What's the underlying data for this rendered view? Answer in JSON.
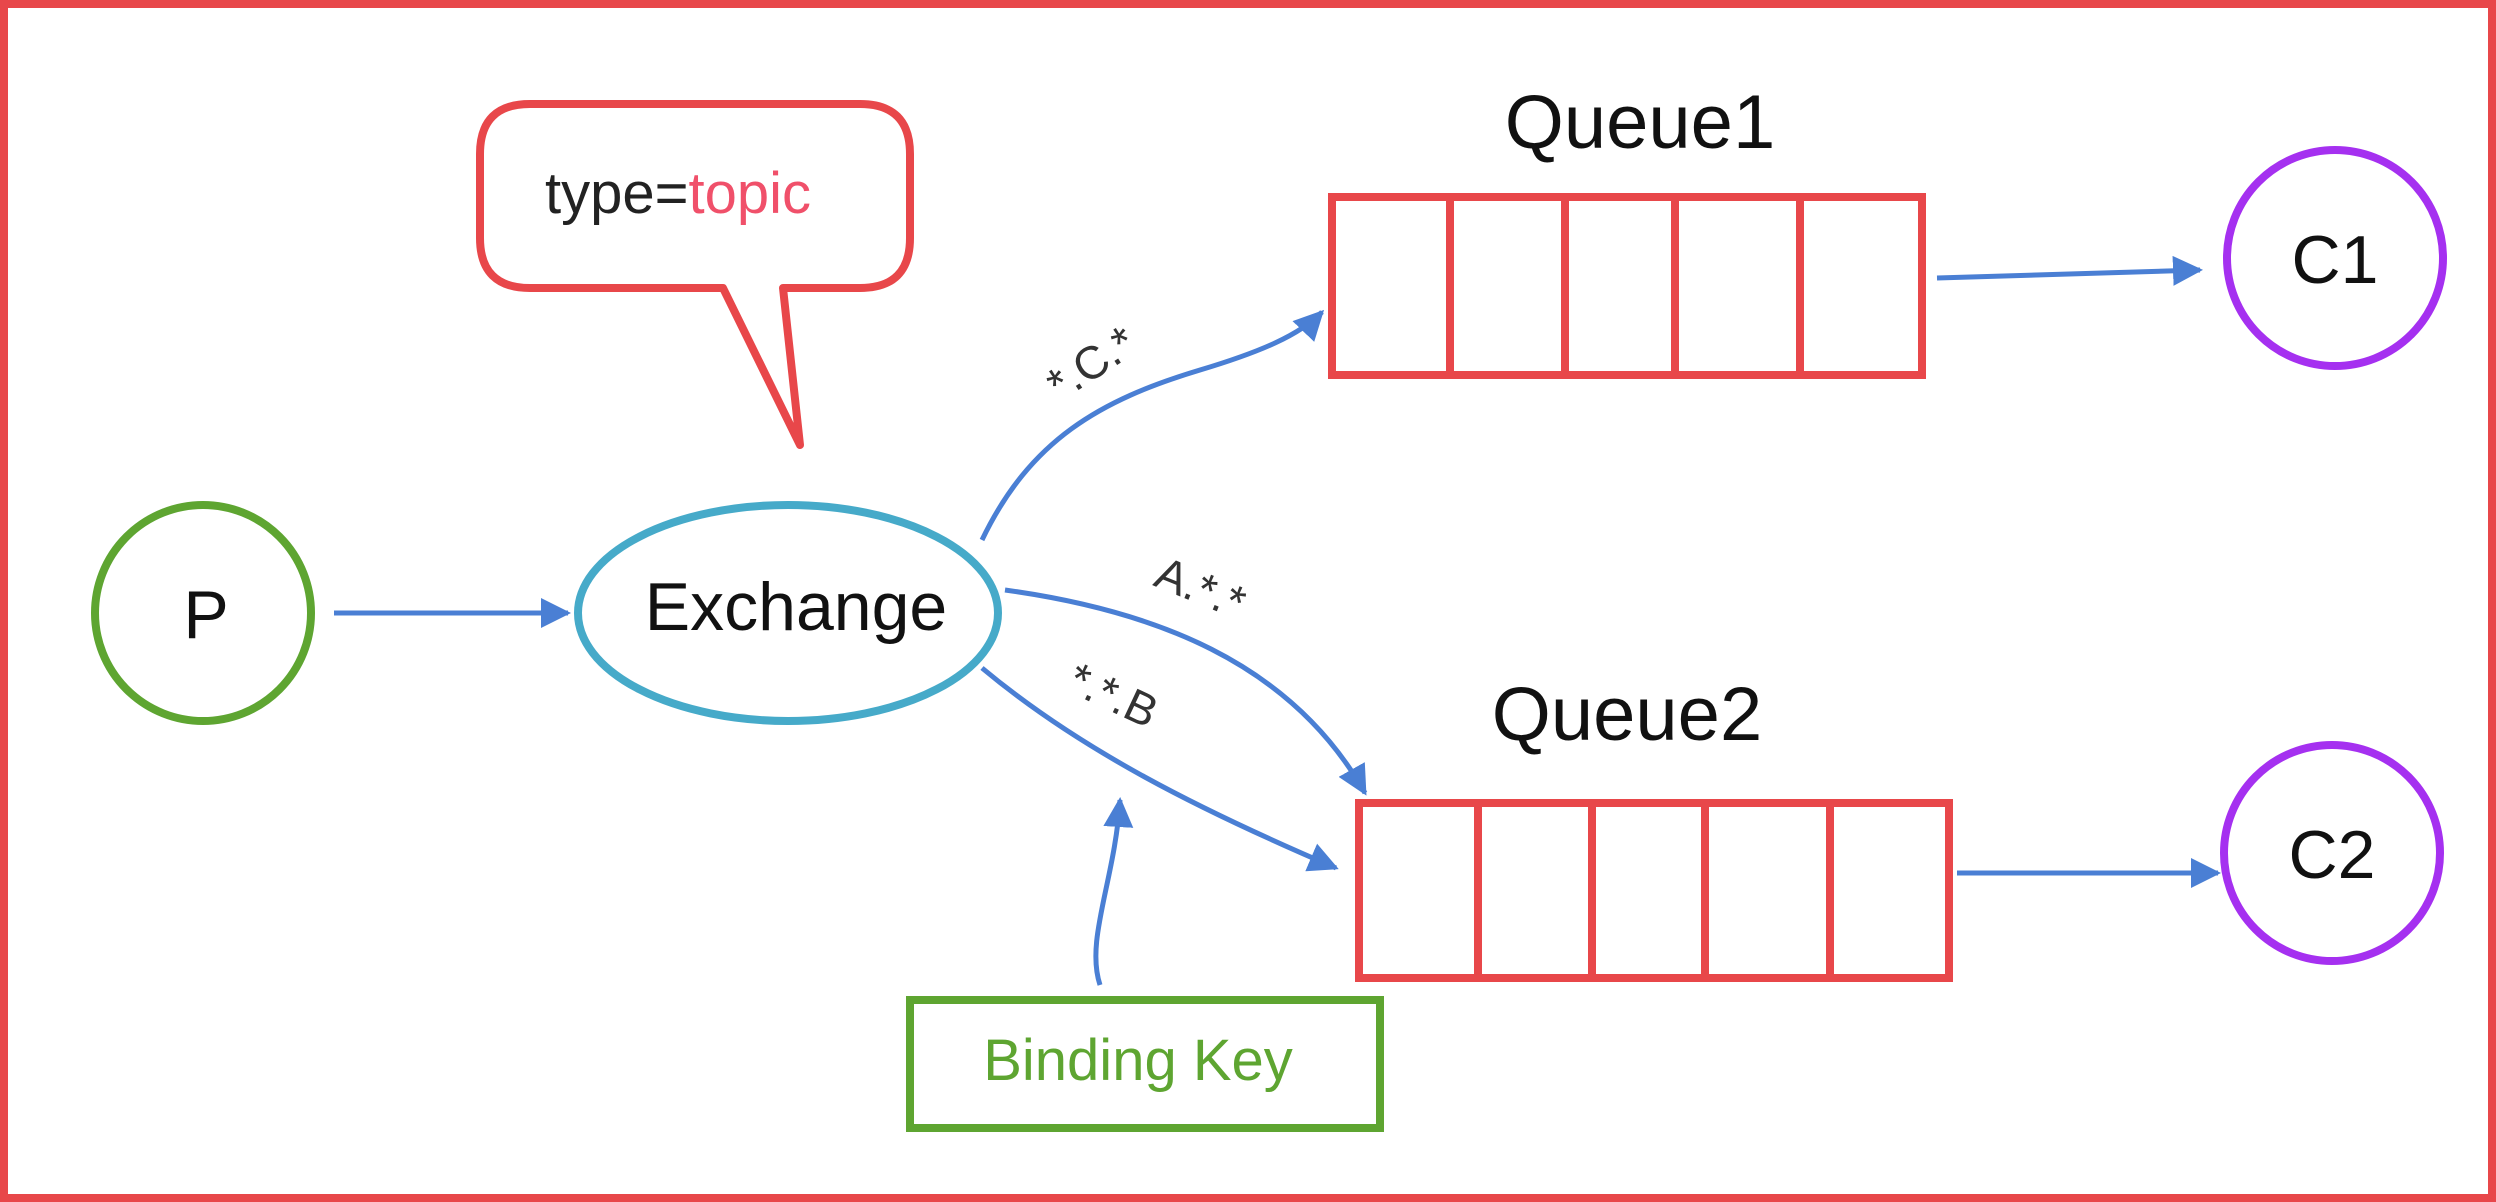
{
  "colors": {
    "frame": "#e8474a",
    "queue": "#e8474a",
    "producer": "#5ea531",
    "exchange": "#46aac9",
    "consumer": "#a530f0",
    "arrow": "#4a7fd4",
    "binding_box": "#5ea531",
    "binding_text": "#5ea531",
    "topic_text": "#f0506a",
    "text": "#111111"
  },
  "producer": {
    "label": "P"
  },
  "exchange": {
    "label": "Exchange"
  },
  "callout": {
    "prefix": "type=",
    "value": "topic"
  },
  "queues": [
    {
      "title": "Queue1"
    },
    {
      "title": "Queue2"
    }
  ],
  "consumers": [
    {
      "label": "C1"
    },
    {
      "label": "C2"
    }
  ],
  "bindings": [
    {
      "key": "*.C.*"
    },
    {
      "key": "A.*.*"
    },
    {
      "key": "*.*.B"
    }
  ],
  "legend": {
    "binding_key": "Binding Key"
  }
}
